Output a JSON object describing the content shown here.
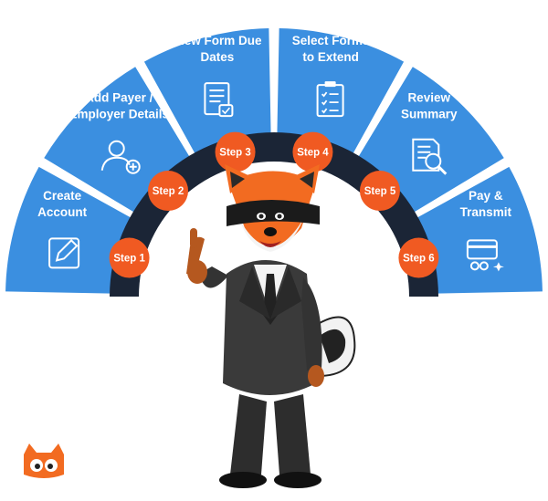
{
  "colors": {
    "segment": "#3b8fe0",
    "ring": "#1b2536",
    "step_badge": "#f05a22",
    "text": "#ffffff"
  },
  "steps": [
    {
      "step": "Step 1",
      "line1": "Create",
      "line2": "Account",
      "icon": "edit-icon"
    },
    {
      "step": "Step 2",
      "line1": "Add Payer /",
      "line2": "Employer Details",
      "icon": "add-user-icon"
    },
    {
      "step": "Step 3",
      "line1": "View Form Due",
      "line2": "Dates",
      "icon": "document-calendar-icon"
    },
    {
      "step": "Step 4",
      "line1": "Select Forms",
      "line2": "to Extend",
      "icon": "checklist-clipboard-icon"
    },
    {
      "step": "Step 5",
      "line1": "Review",
      "line2": "Summary",
      "icon": "document-search-icon"
    },
    {
      "step": "Step 6",
      "line1": "Pay &",
      "line2": "Transmit",
      "icon": "card-payment-icon"
    }
  ],
  "mascot": {
    "icon": "raccoon-mascot-icon"
  },
  "logo": {
    "icon": "owl-logo-icon"
  }
}
